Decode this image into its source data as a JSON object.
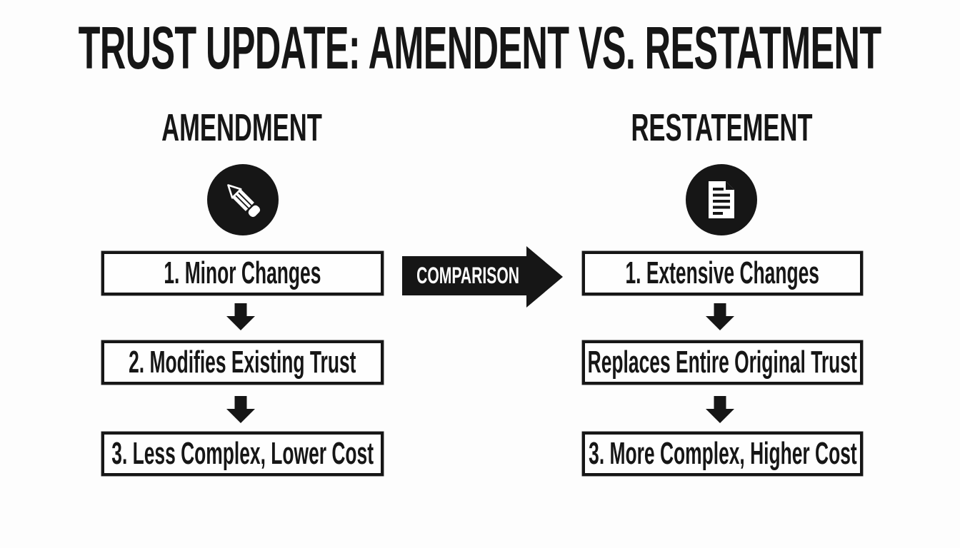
{
  "title": "TRUST UPDATE: AMENDENT VS. RESTATMENT",
  "comparison": {
    "label": "COMPARISON"
  },
  "columns": {
    "amendment": {
      "header": "AMENDMENT",
      "icon": "pencil-icon",
      "steps": [
        "1. Minor Changes",
        "2. Modifies Existing Trust",
        "3. Less Complex, Lower Cost"
      ]
    },
    "restatement": {
      "header": "RESTATEMENT",
      "icon": "document-icon",
      "steps": [
        "1. Extensive Changes",
        "Replaces Entire Original Trust",
        "3. More Complex, Higher Cost"
      ]
    }
  },
  "colors": {
    "ink": "#161616",
    "background": "#fdfdfd",
    "box_background": "#fefefe",
    "arrow_text": "#ffffff"
  }
}
